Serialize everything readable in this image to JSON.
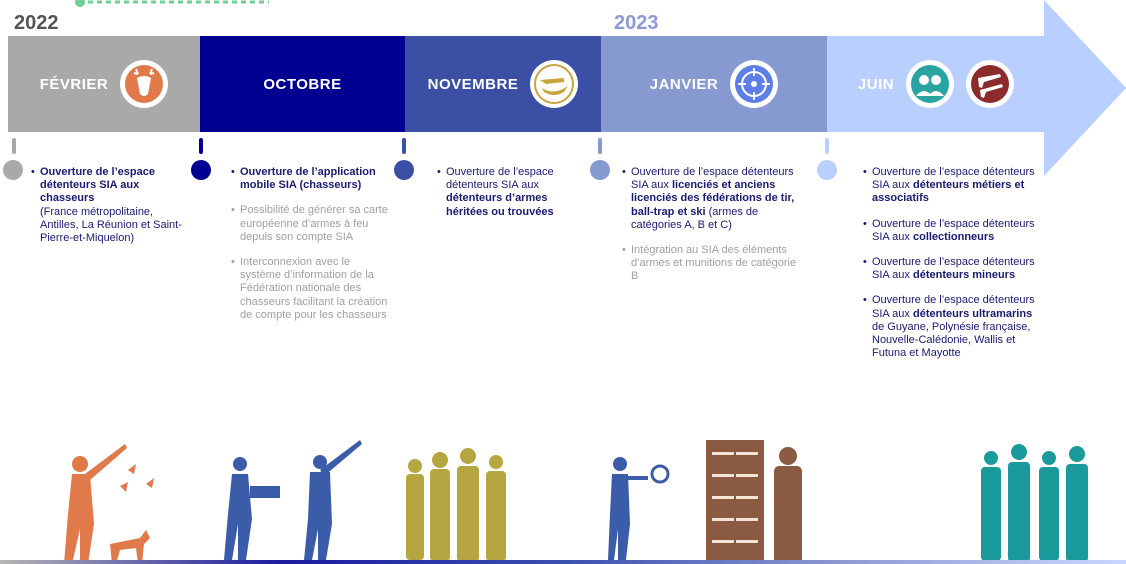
{
  "years": {
    "y2022": "2022",
    "y2023": "2023"
  },
  "colors": {
    "feb": "#a9a9a9",
    "oct": "#000091",
    "nov": "#3b4fa5",
    "jan": "#8799d1",
    "jun": "#b9cfff"
  },
  "bands": [
    {
      "month": "FÉVRIER",
      "icon": "deer-icon"
    },
    {
      "month": "OCTOBRE",
      "icon": ""
    },
    {
      "month": "NOVEMBRE",
      "icon": "hand-gun-icon"
    },
    {
      "month": "JANVIER",
      "icon": "target-icon"
    },
    {
      "month": "JUIN",
      "icon": "people-icon"
    }
  ],
  "columns": {
    "feb": {
      "i1_bold": "Ouverture de l’espace détenteurs SIA aux chasseurs",
      "i1_rest": "(France métropolitaine, Antilles, La Réunion et Saint-Pierre-et-Miquelon)"
    },
    "oct": {
      "i1_bold": "Ouverture de l’application mobile SIA (chasseurs)",
      "i2": "Possibilité de générer sa carte européenne d’armes à feu depuis son compte SIA",
      "i3": "Interconnexion avec le système d’information de la Fédération nationale des chasseurs facilitant la création de compte pour les chasseurs"
    },
    "nov": {
      "i1_pre": "Ouverture de l’espace détenteurs SIA aux ",
      "i1_bold": "détenteurs d’armes héritées ou trouvées"
    },
    "jan": {
      "i1_pre": "Ouverture de l’espace détenteurs SIA aux ",
      "i1_bold": "licenciés et anciens licenciés des fédérations de tir, ball-trap et ski",
      "i1_post": " (armes de catégories A, B et C)",
      "i2": "Intégration au SIA des éléments d’armes et munitions de catégorie B"
    },
    "jun": {
      "pre": "Ouverture de l’espace détenteurs SIA aux ",
      "i1_bold": "détenteurs métiers et associatifs",
      "i2_bold": "collectionneurs",
      "i3_bold": "détenteurs mineurs",
      "i4_bold": "détenteurs ultramarins",
      "i4_post": " de Guyane, Polynésie française, Nouvelle-Calédonie, Wallis et Futuna et Mayotte"
    }
  }
}
